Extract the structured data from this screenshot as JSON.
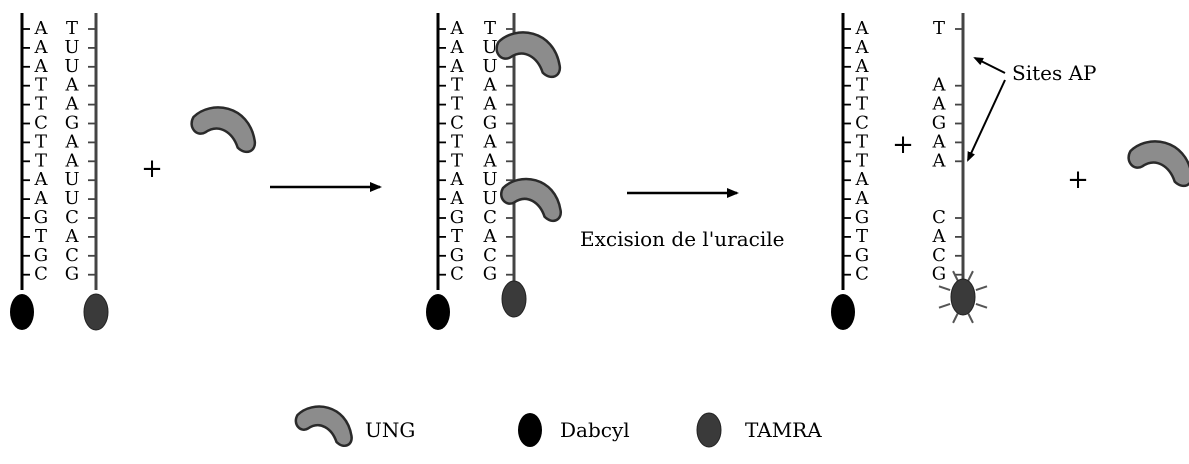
{
  "strand_left": [
    "A",
    "A",
    "A",
    "T",
    "T",
    "C",
    "T",
    "T",
    "A",
    "A",
    "G",
    "T",
    "G",
    "C"
  ],
  "strand_right": [
    "T",
    "U",
    "U",
    "A",
    "A",
    "G",
    "A",
    "A",
    "U",
    "U",
    "C",
    "A",
    "C",
    "G"
  ],
  "strand_released": [
    "T",
    "",
    "",
    "A",
    "A",
    "G",
    "A",
    "A",
    "",
    "",
    "C",
    "A",
    "C",
    "G"
  ],
  "labels": {
    "plus": "+",
    "excision": "Excision de l'uracile",
    "ap_sites": "Sites AP"
  },
  "legend": [
    {
      "key": "ung",
      "label": "UNG"
    },
    {
      "key": "dabcyl",
      "label": "Dabcyl"
    },
    {
      "key": "tamra",
      "label": "TAMRA"
    }
  ],
  "colors": {
    "enzyme_fill": "#8c8c8c",
    "enzyme_stroke": "#2a2a2a",
    "dabcyl": "#000000",
    "tamra": "#3a3a3a",
    "backbone_right": "#444444",
    "backbone_left": "#000000"
  }
}
